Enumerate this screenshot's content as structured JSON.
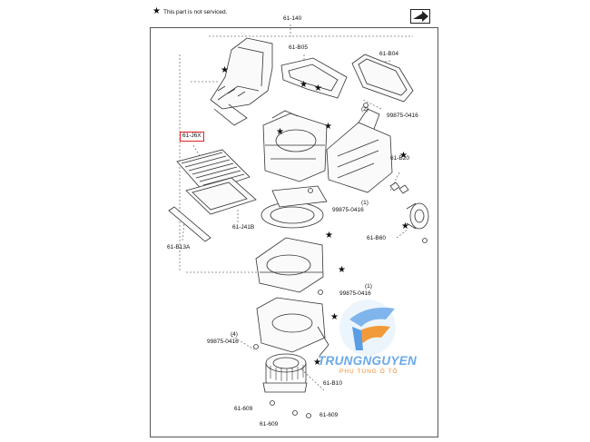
{
  "note": {
    "star": "★",
    "text": "This part is not serviced."
  },
  "labels": {
    "main": "61-140",
    "b05": "61-B05",
    "b04": "61-B04",
    "j6x": "61-J6X",
    "screw_top_num": "(2)",
    "screw_top": "99875-0416",
    "b20": "61-B20",
    "screw_mid_num": "(1)",
    "screw_mid": "99875-0416",
    "j41b": "61-J41B",
    "b13a": "61-B13A",
    "b60": "61-B60",
    "screw_low_num": "(1)",
    "screw_low": "99875-0416",
    "screw_left_num": "(4)",
    "screw_left": "99875-0416",
    "b10": "61-B10",
    "p609a": "61-609",
    "p609b": "61-609",
    "p609c": "61-609"
  },
  "brand": {
    "name": "TRUNGNGUYEN",
    "tagline": "PHỤ TÙNG Ô TÔ"
  },
  "colors": {
    "highlight_box": "#dd2222",
    "brand_blue": "#6aa9ea",
    "brand_orange": "#f08a2c"
  }
}
